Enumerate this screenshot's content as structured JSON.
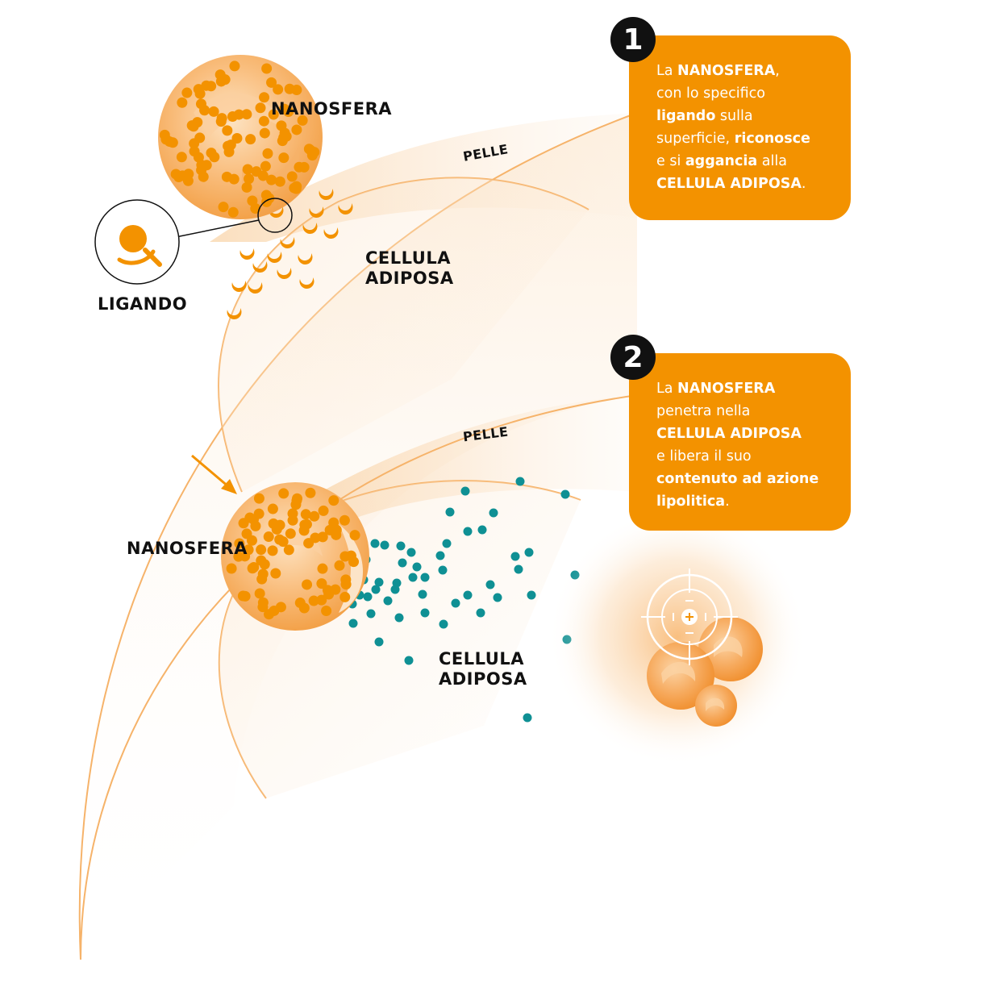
{
  "colors": {
    "accent": "#f39200",
    "dot": "#f39200",
    "lipolytic": "#0f9094",
    "skin": "#fbe3c6"
  },
  "step1": {
    "number": "1",
    "card": {
      "l1a": "La ",
      "l1b": "NANOSFERA",
      "l1c": ",",
      "l2": "con lo specifico",
      "l3a": "ligando",
      "l3b": " sulla",
      "l4a": "superficie, ",
      "l4b": "riconosce",
      "l5a": "e si ",
      "l5b": "aggancia",
      "l5c": " alla",
      "l6a": "CELLULA ADIPOSA",
      "l6b": "."
    },
    "labels": {
      "nanosfera": "NANOSFERA",
      "pelle": "PELLE",
      "cellula_1": "CELLULA",
      "cellula_2": "ADIPOSA",
      "ligando": "LIGANDO"
    },
    "icons": {
      "ligand": "magnifier-icon"
    }
  },
  "step2": {
    "number": "2",
    "card": {
      "l1a": "La ",
      "l1b": "NANOSFERA",
      "l2": "penetra nella",
      "l3": "CELLULA ADIPOSA",
      "l4": "e libera il suo",
      "l5": "contenuto ad azione",
      "l6a": "lipolitica",
      "l6b": "."
    },
    "labels": {
      "nanosfera": "NANOSFERA",
      "pelle": "PELLE",
      "cellula_1": "CELLULA",
      "cellula_2": "ADIPOSA"
    },
    "icons": {
      "target": "crosshair-target-icon"
    }
  }
}
